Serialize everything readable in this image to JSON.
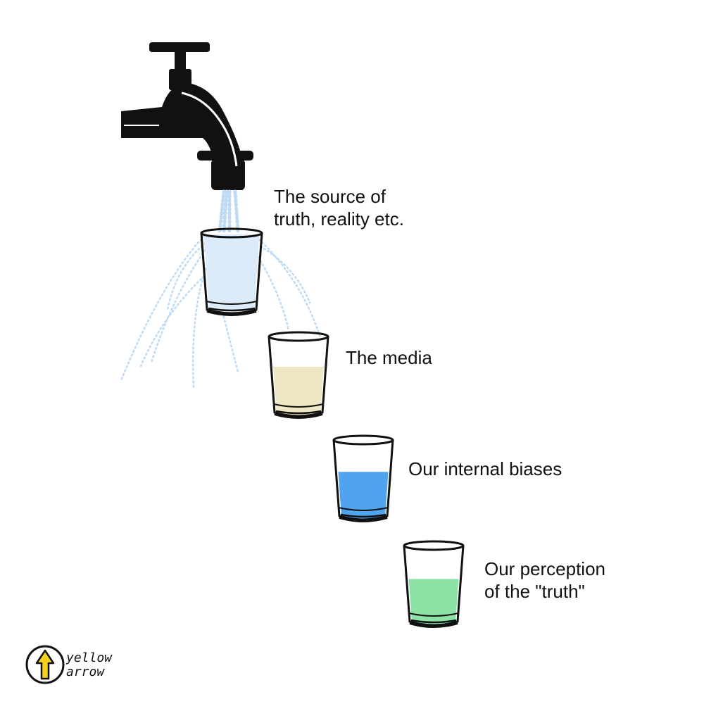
{
  "labels": {
    "source": [
      "The source of",
      "truth, reality etc."
    ],
    "media": [
      "The media"
    ],
    "biases": [
      "Our internal biases"
    ],
    "perception": [
      "Our perception",
      "of the \"truth\""
    ]
  },
  "glasses": [
    {
      "name": "source",
      "fill_color": "#dcebfa",
      "fill_level": 1.0
    },
    {
      "name": "media",
      "fill_color": "#efe6c4",
      "fill_level": 0.62
    },
    {
      "name": "biases",
      "fill_color": "#4fa3ef",
      "fill_level": 0.6
    },
    {
      "name": "perception",
      "fill_color": "#8de3a6",
      "fill_level": 0.58
    }
  ],
  "logo": {
    "line1": "yellow",
    "line2": "arrow",
    "accent": "#f2d21c"
  },
  "colors": {
    "tap": "#111111",
    "spray": "#b9d7f2",
    "glass_outline": "#111111"
  }
}
